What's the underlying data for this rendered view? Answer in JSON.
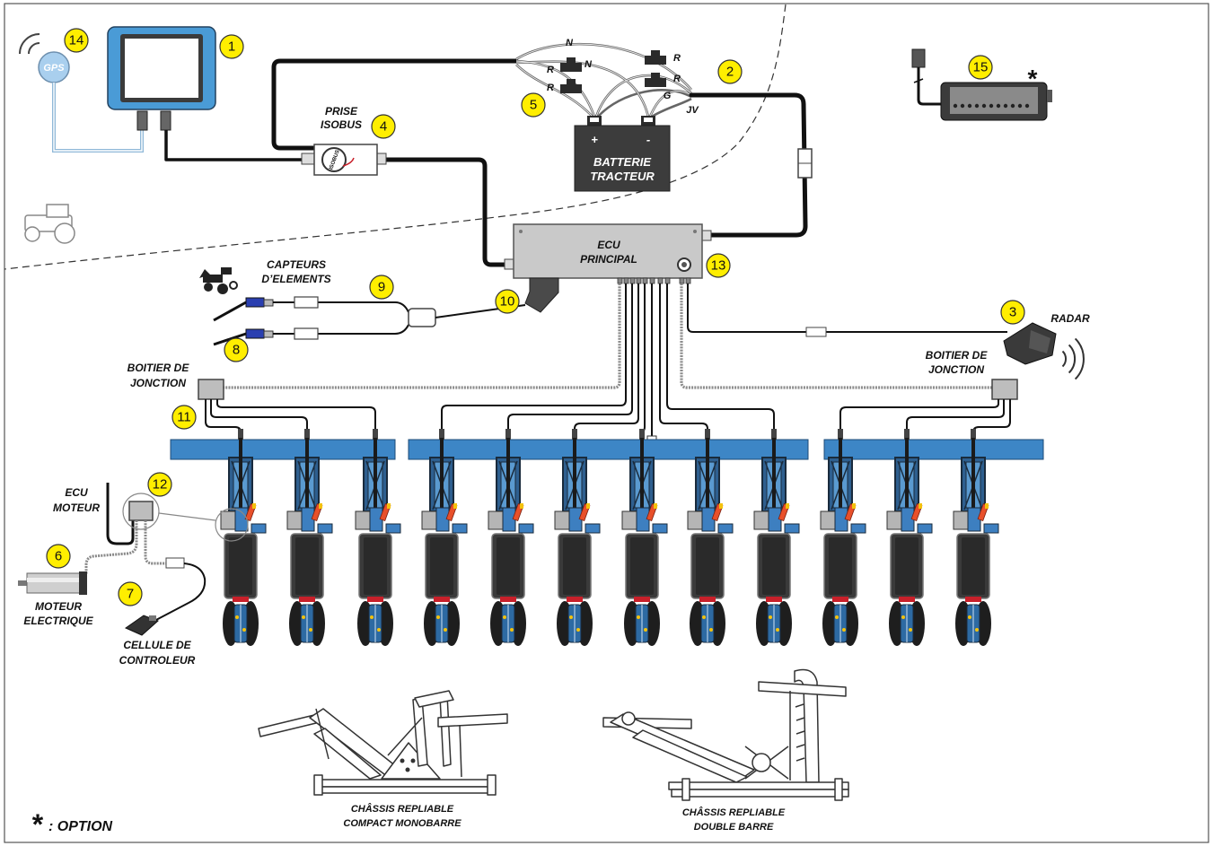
{
  "callouts": [
    "1",
    "2",
    "3",
    "4",
    "5",
    "6",
    "7",
    "8",
    "9",
    "10",
    "11",
    "12",
    "13",
    "14",
    "15"
  ],
  "gps": "GPS",
  "prise_isobus": {
    "line1": "PRISE",
    "line2": "ISOBUS",
    "logo": "ISOBUS"
  },
  "wires": {
    "n_top": "N",
    "r1": "R",
    "n2": "N",
    "r2": "R",
    "r3": "R",
    "r4": "R",
    "g": "G",
    "jv": "JV"
  },
  "battery": {
    "plus": "+",
    "minus": "-",
    "line1": "BATTERIE",
    "line2": "TRACTEUR"
  },
  "ecu_principal": {
    "line1": "ECU",
    "line2": "PRINCIPAL"
  },
  "capteurs": {
    "line1": "CAPTEURS",
    "line2": "D’ELEMENTS"
  },
  "radar": "RADAR",
  "junction_left": {
    "line1": "BOITIER DE",
    "line2": "JONCTION"
  },
  "junction_right": {
    "line1": "BOITIER DE",
    "line2": "JONCTION"
  },
  "ecu_moteur": {
    "line1": "ECU",
    "line2": "MOTEUR"
  },
  "moteur": {
    "line1": "MOTEUR",
    "line2": "ELECTRIQUE"
  },
  "cellule": {
    "line1": "CELLULE DE",
    "line2": "CONTROLEUR"
  },
  "chassis_left": {
    "line1": "CHÂSSIS REPLIABLE",
    "line2": "COMPACT MONOBARRE"
  },
  "chassis_right": {
    "line1": "CHÂSSIS REPLIABLE",
    "line2": "DOUBLE BARRE"
  },
  "option_marker": "*",
  "legend": {
    "star": "*",
    "text": ": OPTION"
  },
  "colors": {
    "callout": "#ffee00",
    "terminal_frame": "#4a9bd6",
    "toolbar": "#3d86c6",
    "battery": "#3c3c3c",
    "ecu": "#c9c9c9",
    "sensor_connector": "#2a3fb0"
  }
}
